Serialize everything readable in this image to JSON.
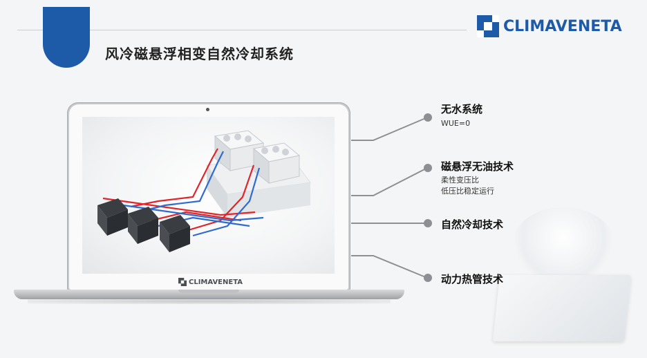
{
  "header": {
    "title": "风冷磁悬浮相变自然冷却系统",
    "brand_name": "CLIMAVENETA"
  },
  "laptop": {
    "brand_name": "CLIMAVENETA"
  },
  "features": [
    {
      "title": "无水系统",
      "lines": [
        "WUE=0"
      ]
    },
    {
      "title": "磁悬浮无油技术",
      "lines": [
        "柔性变压比",
        "低压比稳定运行"
      ]
    },
    {
      "title": "自然冷却技术",
      "lines": []
    },
    {
      "title": "动力热管技术",
      "lines": []
    }
  ],
  "colors": {
    "accent": "#1d5aa8",
    "pipe_hot": "#e0242a",
    "pipe_cold": "#2f6ad0",
    "callout_line": "#8c8f93"
  }
}
